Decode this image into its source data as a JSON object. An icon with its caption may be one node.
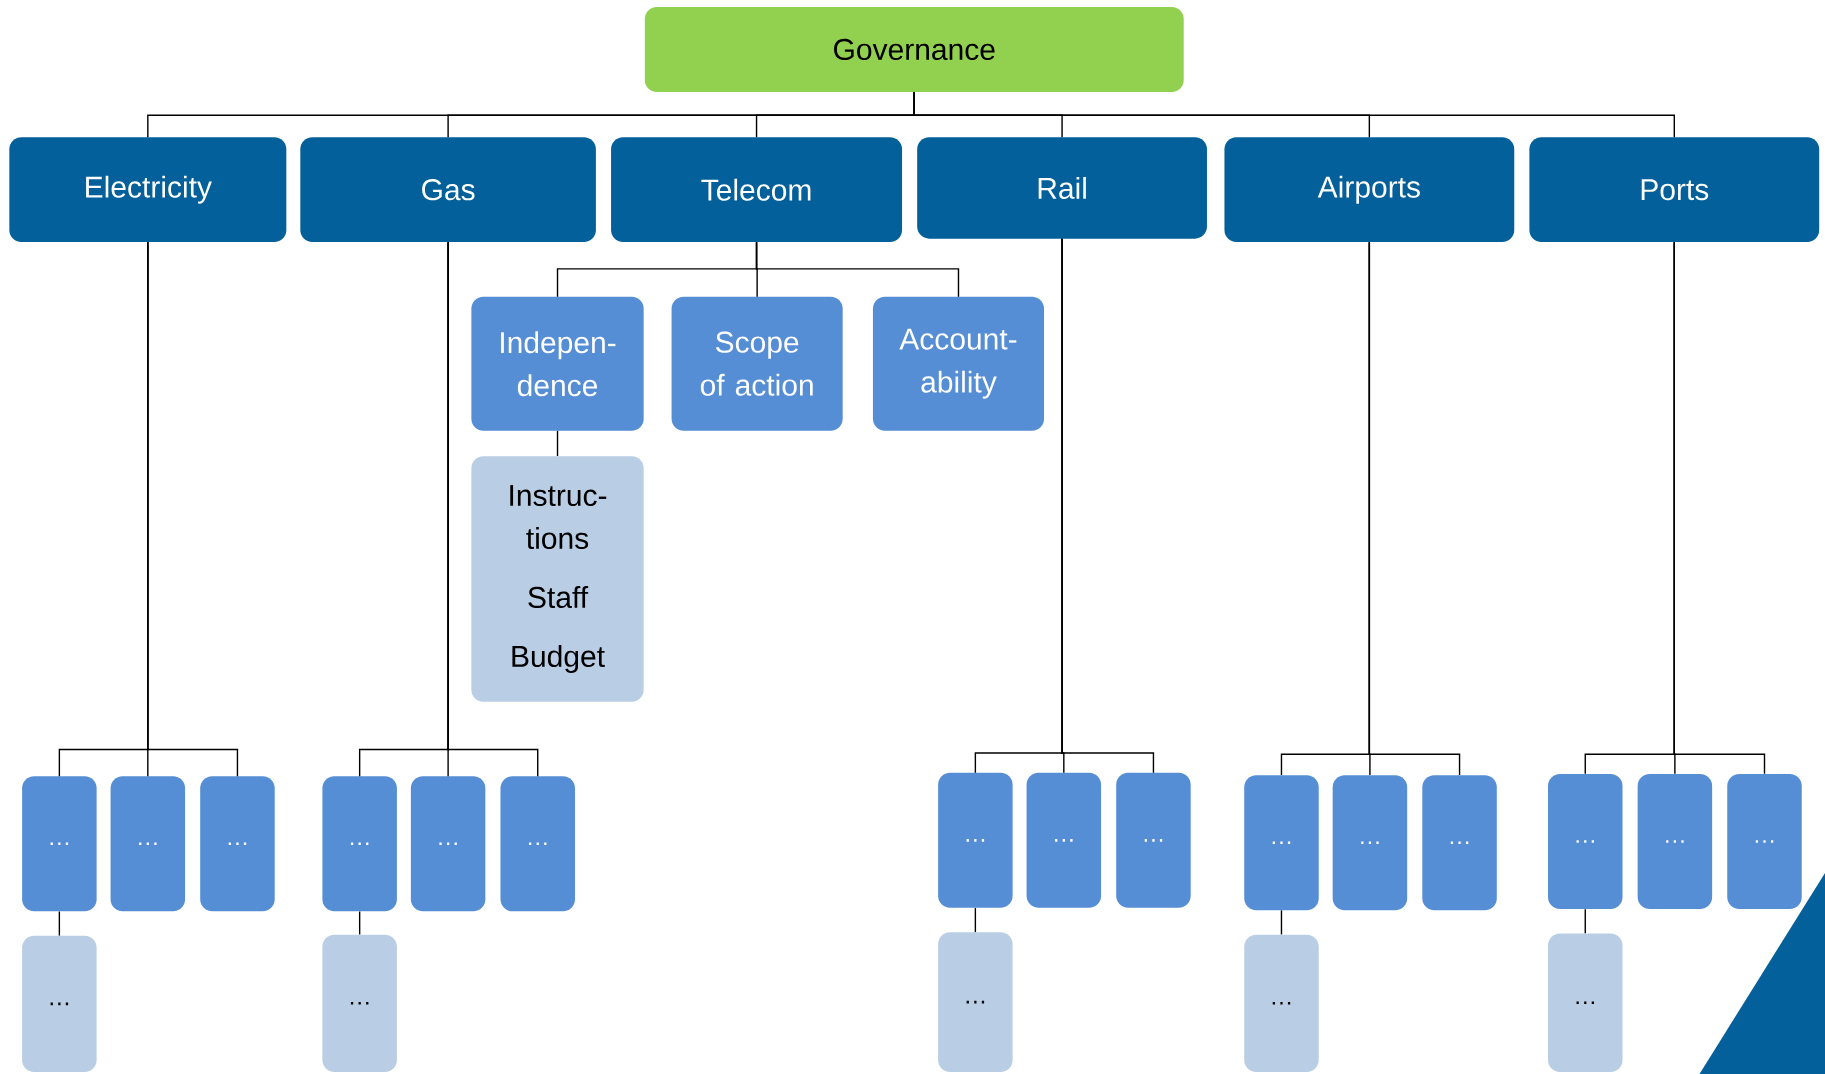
{
  "diagram": {
    "nodes": [
      {
        "text": [
          "Governance"
        ]
      },
      {
        "text": [
          "Electricity"
        ]
      },
      {
        "text": [
          "Gas"
        ]
      },
      {
        "text": [
          "Telecom"
        ]
      },
      {
        "text": [
          "Rail"
        ]
      },
      {
        "text": [
          "Airports"
        ]
      },
      {
        "text": [
          "Ports"
        ]
      },
      {
        "text": [
          "Indepen- dence"
        ]
      },
      {
        "text": [
          "Scope of action"
        ]
      },
      {
        "text": [
          "Account- ability"
        ]
      },
      {
        "text": [
          "Instruc- tions",
          "Staff",
          "Budget"
        ]
      },
      {
        "text": [
          "…"
        ]
      },
      {
        "text": [
          "…"
        ]
      },
      {
        "text": [
          "…"
        ]
      },
      {
        "text": [
          "…"
        ]
      },
      {
        "text": [
          "…"
        ]
      },
      {
        "text": [
          "…"
        ]
      },
      {
        "text": [
          "…"
        ]
      },
      {
        "text": [
          "…"
        ]
      },
      {
        "text": [
          "…"
        ]
      },
      {
        "text": [
          "…"
        ]
      },
      {
        "text": [
          "…"
        ]
      },
      {
        "text": [
          "…"
        ]
      },
      {
        "text": [
          "…"
        ]
      },
      {
        "text": [
          "…"
        ]
      },
      {
        "text": [
          "…"
        ]
      },
      {
        "text": [
          "…"
        ]
      },
      {
        "text": [
          "…"
        ]
      },
      {
        "text": [
          "…"
        ]
      },
      {
        "text": [
          "…"
        ]
      },
      {
        "text": [
          "…"
        ]
      }
    ],
    "edges": [
      {
        "from": 0,
        "to": 1,
        "arrow": "none"
      },
      {
        "from": 0,
        "to": 2,
        "arrow": "none"
      },
      {
        "from": 0,
        "to": 3,
        "arrow": "none"
      },
      {
        "from": 0,
        "to": 4,
        "arrow": "none"
      },
      {
        "from": 0,
        "to": 5,
        "arrow": "none"
      },
      {
        "from": 0,
        "to": 6,
        "arrow": "none"
      },
      {
        "from": 3,
        "to": 7,
        "arrow": "none"
      },
      {
        "from": 3,
        "to": 8,
        "arrow": "none"
      },
      {
        "from": 3,
        "to": 9,
        "arrow": "none"
      },
      {
        "from": 7,
        "to": 10,
        "arrow": "none"
      },
      {
        "from": 1,
        "to": 11,
        "arrow": "none"
      },
      {
        "from": 1,
        "to": 12,
        "arrow": "none"
      },
      {
        "from": 1,
        "to": 13,
        "arrow": "none"
      },
      {
        "from": 11,
        "to": 14,
        "arrow": "none"
      },
      {
        "from": 2,
        "to": 15,
        "arrow": "none"
      },
      {
        "from": 2,
        "to": 16,
        "arrow": "none"
      },
      {
        "from": 2,
        "to": 17,
        "arrow": "none"
      },
      {
        "from": 15,
        "to": 18,
        "arrow": "none"
      },
      {
        "from": 4,
        "to": 19,
        "arrow": "none"
      },
      {
        "from": 4,
        "to": 20,
        "arrow": "none"
      },
      {
        "from": 4,
        "to": 21,
        "arrow": "none"
      },
      {
        "from": 19,
        "to": 22,
        "arrow": "none"
      },
      {
        "from": 5,
        "to": 23,
        "arrow": "none"
      },
      {
        "from": 5,
        "to": 24,
        "arrow": "none"
      },
      {
        "from": 5,
        "to": 25,
        "arrow": "none"
      },
      {
        "from": 23,
        "to": 26,
        "arrow": "none"
      },
      {
        "from": 6,
        "to": 27,
        "arrow": "none"
      },
      {
        "from": 6,
        "to": 28,
        "arrow": "none"
      },
      {
        "from": 6,
        "to": 29,
        "arrow": "none"
      },
      {
        "from": 27,
        "to": 30,
        "arrow": "none"
      }
    ]
  }
}
